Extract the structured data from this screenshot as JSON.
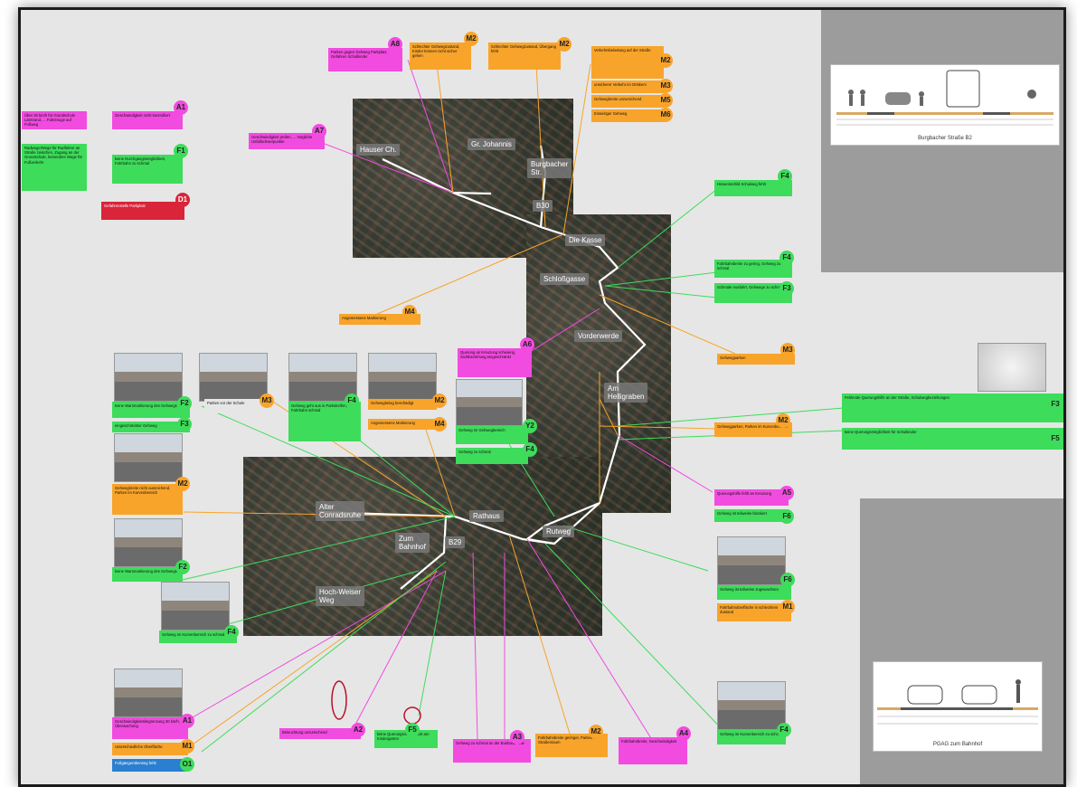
{
  "streets": {
    "hauser_chaussee": "Hauser Ch.",
    "gr_johannis": "Gr. Johannis",
    "burgbacher": "Burgbacher\nStr.",
    "b30": "B30",
    "die_kasse": "Die Kasse",
    "schloessgasse": "Schloßgasse",
    "vorderwerde": "Vorderwerde",
    "am_helligraben": "Am\nHelligraben",
    "alter_conradsruhe": "Alter\nConradsruhe",
    "rathaus": "Rathaus",
    "ruttweg": "Rutweg",
    "zum_bahnhof": "Zum\nBahnhof",
    "b29": "B29",
    "hoch_weiser_weg": "Hoch-Weiser\nWeg"
  },
  "cross_sections": {
    "top_caption": "Burgbacher Straße B2",
    "bottom_caption": "PGAG zum Bahnhof"
  },
  "codes": {
    "a1": "A1",
    "a2": "A2",
    "a3": "A3",
    "a4": "A4",
    "a5": "A5",
    "a6": "A6",
    "a7": "A7",
    "a8": "A8",
    "m1": "M1",
    "m2": "M2",
    "m3": "M3",
    "m4": "M4",
    "m5": "M5",
    "m6": "M6",
    "f1": "F1",
    "f2": "F2",
    "f3": "F3",
    "f4": "F4",
    "f5": "F5",
    "f6": "F6",
    "y2": "Y2",
    "d1": "D1",
    "o1": "O1"
  },
  "cards": {
    "c_a1_top": "Geschwindigkeit nicht kontrolliert",
    "c_a1_far": "Über 30 km/h für Grundschule Lärmrand, ... Fahrzeuge auf Fußweg",
    "c_f1": "keine Durchgangsmöglichkeit, Fahrbahn zu schmal",
    "c_f1_far": "Radwege/Wege für Radfahrer an Straße zwischen, Zugang an der Grundschule, besondere Wege für Fußverkehr",
    "c_d1": "Gefahrenstelle Parkplatz",
    "c_a8": "Parken gegen Gehweg Parkplatz, Gefahren Schulkinder",
    "c_a7": "Geschwindigkeit prüfen, ... mögliche Unfallschwerpunkte",
    "c_m2_a": "Schlechter Gehwegzustand, Kinder können nicht sicher gehen",
    "c_m2_b": "Schlechter Gehwegzustand, Übergang fehlt",
    "c_m2_c": "Verkehrsbelastung auf der Straße",
    "c_m3_top": "unsicherer Verkehr im Ortskern",
    "c_m5": "Gehwegbreite unzureichend",
    "c_m6": "Einseitiger Gehweg",
    "c_m4_a": "Angemessene Markierung",
    "c_f4_a": "Hinweisschild Schulweg fehlt",
    "c_f4_b": "Fahrbahnbreite zu gering, Gehweg zu schmal",
    "c_f3_a": "Schmale Ausfahrt, Gehwege zu schmal",
    "c_a6": "Querung an Kreuzung schwierig, Sichtbeziehung eingeschränkt",
    "c_m3_right": "Gehwegparken",
    "c_m2_right": "Gehwegparken, Parken im Kurvenbereich",
    "c_f3_right": "Fehlende Querungshilfe an der Straße, Schulwegbeziehungen",
    "c_f5_right": "keine Querungsmöglichkeit für Schulkinder",
    "c_f2_a": "keine Warnmarkierung des Gehwegs",
    "c_f3_left": "eingeschränkter Gehweg",
    "c_m3_b": "Parken vor der Schule",
    "c_f4_b2": "Gehweg geht aus in Parkstreifen, Fahrbahn schmal",
    "c_m2_d": "Gehwegbelag beschädigt",
    "c_m4_b": "Angemessene Markierung",
    "c_y2": "Gehweg im Gehwegbereich",
    "c_f4_c": "Gehweg zu schmal",
    "c_m2_e": "Gehwegbreite nicht ausreichend, Parken im Kurvenbereich",
    "c_f2_b": "keine Warnmarkierung des Gehwegs",
    "c_f4_d": "Gehweg im Kurvenbereich zu schmal",
    "c_a5": "Querungshilfe fehlt an Kreuzung",
    "c_f6": "Gehweg ist teilweise blockiert",
    "c_f6_b": "Gehweg ist teilweise zugewachsen",
    "c_m1": "Fahrbahnoberfläche in schlechtem Zustand",
    "c_a1_b": "Geschwindigkeitsbegrenzung 30 km/h, Überwachung",
    "c_m1_b": "Unterschiedliche Oberfläche",
    "c_o1": "Fußgängerüberweg fehlt",
    "c_a2": "Beleuchtung unzureichend",
    "c_f5_b": "keine Querungsmöglichkeit am Kindergarten",
    "c_a3": "Gehweg zu schmal an der Bushaltestelle",
    "c_m2_f": "Fahrbahnbreite geringer, Parken im Straßenraum",
    "c_a4": "Fahrbahnbreite, Geschwindigkeit",
    "c_f4_e": "Gehweg im Kurvenbereich zu schmal"
  },
  "colors": {
    "green": "#3ddc5b",
    "pink": "#f24be0",
    "orange": "#f8a42a",
    "red": "#d9243a",
    "blue": "#2a7fd1",
    "street_line": "#ffffff"
  }
}
